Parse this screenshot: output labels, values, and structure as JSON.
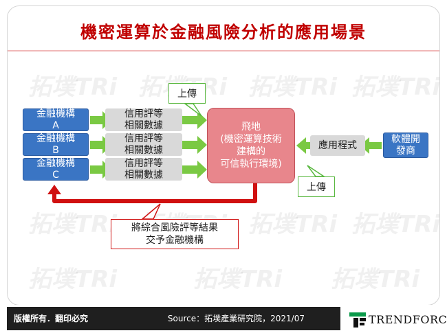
{
  "title": "機密運算於金融風險分析的應用場景",
  "banks": [
    {
      "line1": "金融機構",
      "line2": "A"
    },
    {
      "line1": "金融機構",
      "line2": "B"
    },
    {
      "line1": "金融機構",
      "line2": "C"
    }
  ],
  "data_boxes": [
    {
      "line1": "信用評等",
      "line2": "相關數據"
    },
    {
      "line1": "信用評等",
      "line2": "相關數據"
    },
    {
      "line1": "信用評等",
      "line2": "相關數據"
    }
  ],
  "center": {
    "lines": [
      "飛地",
      "(機密運算技術",
      "建構的",
      "可信執行環境)"
    ]
  },
  "app": {
    "label": "應用程式"
  },
  "developer": {
    "line1": "軟體開",
    "line2": "發商"
  },
  "upload_top": {
    "label": "上傳"
  },
  "upload_bottom": {
    "label": "上傳"
  },
  "result": {
    "line1": "將綜合風險評等結果",
    "line2": "交予金融機構"
  },
  "footer": {
    "copyright": "版權所有．翻印必究",
    "source": "Source：拓墣產業研究院，2021/07",
    "logo": "TRENDFORCE"
  },
  "watermark": "拓墣TRi",
  "colors": {
    "green": "#7ac943",
    "red_arrow": "#d01010",
    "blue": "#3a75c4",
    "title": "#c00000"
  }
}
